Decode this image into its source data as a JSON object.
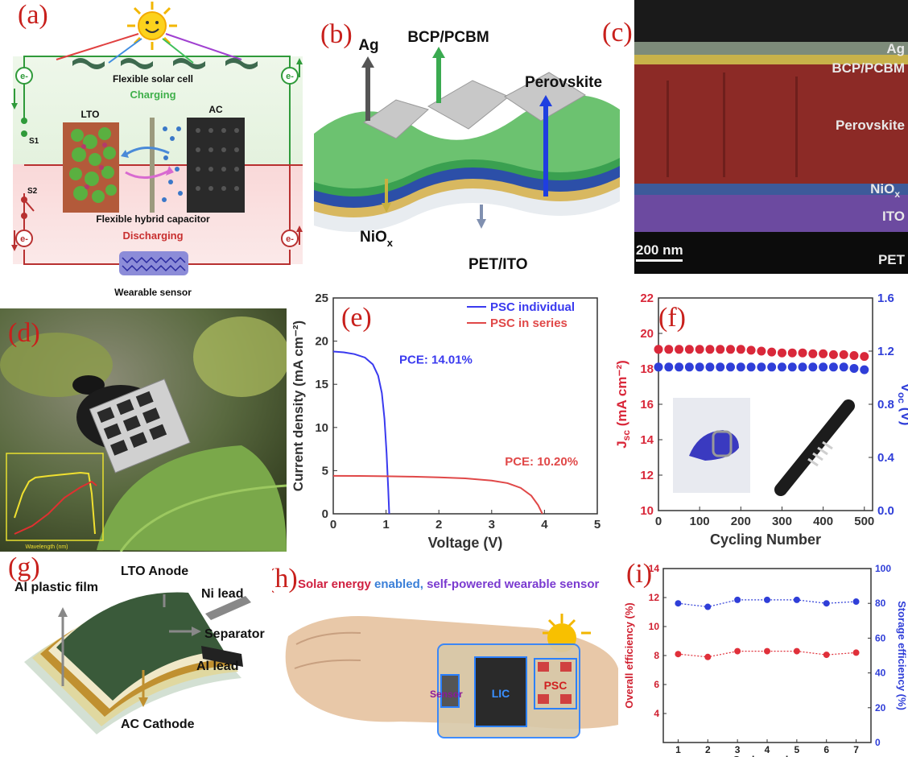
{
  "panel_labels": {
    "a": "(a)",
    "b": "(b)",
    "c": "(c)",
    "d": "(d)",
    "e": "(e)",
    "f": "(f)",
    "g": "(g)",
    "h": "(h)",
    "i": "(i)"
  },
  "panel_a": {
    "solar_cell": "Flexible solar cell",
    "charging": "Charging",
    "lto": "LTO",
    "ac": "AC",
    "s1": "S1",
    "s2": "S2",
    "capacitor": "Flexible hybrid capacitor",
    "discharging": "Discharging",
    "sensor": "Wearable sensor",
    "electron": "e-"
  },
  "panel_b": {
    "ag": "Ag",
    "bcp_pcbm": "BCP/PCBM",
    "perovskite": "Perovskite",
    "niox": "NiO",
    "niox_sub": "x",
    "pet_ito": "PET/ITO"
  },
  "panel_c": {
    "ag": "Ag",
    "bcp_pcbm": "BCP/PCBM",
    "perovskite": "Perovskite",
    "niox": "NiO",
    "niox_sub": "x",
    "ito": "ITO",
    "pet": "PET",
    "scale": "200 nm"
  },
  "panel_d": {
    "inset_xlabel": "Wavelength (nm)"
  },
  "panel_g": {
    "al_film": "Al plastic film",
    "lto_anode": "LTO Anode",
    "ni_lead": "Ni lead",
    "separator": "Separator",
    "al_lead": "Al lead",
    "ac_cathode": "AC Cathode"
  },
  "panel_h": {
    "title_a": "Solar energy ",
    "title_b": "enabled, ",
    "title_c": "self-powered wearable sensor",
    "sensor": "Sensor",
    "lic": "LIC",
    "psc": "PSC"
  },
  "chart_data": [
    {
      "id": "e",
      "type": "line",
      "xlabel": "Voltage (V)",
      "ylabel": "Current density (mA cm⁻²)",
      "xlim": [
        0,
        5
      ],
      "ylim": [
        0,
        25
      ],
      "xticks": [
        0,
        1,
        2,
        3,
        4,
        5
      ],
      "yticks": [
        0,
        5,
        10,
        15,
        20,
        25
      ],
      "series": [
        {
          "name": "PSC individual",
          "color": "#3a3aef",
          "x": [
            0,
            0.2,
            0.4,
            0.6,
            0.75,
            0.85,
            0.92,
            0.97,
            1.01,
            1.04,
            1.06
          ],
          "y": [
            18.8,
            18.7,
            18.5,
            18.1,
            17.3,
            16.0,
            14.0,
            11.0,
            7.0,
            3.0,
            0
          ]
        },
        {
          "name": "PSC in series",
          "color": "#e04848",
          "x": [
            0,
            0.5,
            1.0,
            1.5,
            2.0,
            2.5,
            3.0,
            3.3,
            3.55,
            3.75,
            3.88,
            3.96
          ],
          "y": [
            4.4,
            4.38,
            4.35,
            4.3,
            4.22,
            4.1,
            3.85,
            3.55,
            3.0,
            2.1,
            1.0,
            0
          ]
        }
      ],
      "annotations": [
        {
          "text": "PCE: 14.01%",
          "x": 1.25,
          "y": 17.4,
          "color": "#3a3aef"
        },
        {
          "text": "PCE: 10.20%",
          "x": 3.25,
          "y": 5.6,
          "color": "#e04848"
        }
      ]
    },
    {
      "id": "f",
      "type": "scatter",
      "xlabel": "Cycling Number",
      "ylabel_left_base": "J",
      "ylabel_left_sub": "sc",
      "ylabel_left_unit": " (mA cm⁻²)",
      "ylabel_right_base": "V",
      "ylabel_right_sub": "oc",
      "ylabel_right_unit": " (V)",
      "xlim": [
        0,
        520
      ],
      "ylim_left": [
        10,
        22
      ],
      "ylim_right": [
        0,
        1.6
      ],
      "xticks": [
        0,
        100,
        200,
        300,
        400,
        500
      ],
      "yticks_left": [
        10,
        12,
        14,
        16,
        18,
        20,
        22
      ],
      "yticks_right": [
        0.0,
        0.4,
        0.8,
        1.2,
        1.6
      ],
      "ytick_labels_right": [
        "0.0",
        "0.4",
        "0.8",
        "1.2",
        "1.6"
      ],
      "series": [
        {
          "name": "Jsc",
          "axis": "left",
          "color": "#d9283a",
          "x": [
            0,
            25,
            50,
            75,
            100,
            125,
            150,
            175,
            200,
            225,
            250,
            275,
            300,
            325,
            350,
            375,
            400,
            425,
            450,
            475,
            500
          ],
          "y": [
            19.1,
            19.1,
            19.1,
            19.1,
            19.1,
            19.1,
            19.1,
            19.1,
            19.1,
            19.05,
            19.0,
            18.95,
            18.9,
            18.9,
            18.9,
            18.85,
            18.85,
            18.8,
            18.8,
            18.75,
            18.7
          ]
        },
        {
          "name": "Voc",
          "axis": "right",
          "color": "#2f3ed8",
          "x": [
            0,
            25,
            50,
            75,
            100,
            125,
            150,
            175,
            200,
            225,
            250,
            275,
            300,
            325,
            350,
            375,
            400,
            425,
            450,
            475,
            500
          ],
          "y": [
            1.08,
            1.08,
            1.08,
            1.08,
            1.08,
            1.08,
            1.08,
            1.08,
            1.08,
            1.08,
            1.08,
            1.08,
            1.08,
            1.08,
            1.08,
            1.08,
            1.08,
            1.08,
            1.08,
            1.07,
            1.06
          ]
        }
      ]
    },
    {
      "id": "i",
      "type": "scatter",
      "xlabel": "Cycle number",
      "ylabel_left": "Overall efficiency (%)",
      "ylabel_right": "Storage efficiency (%)",
      "xlim": [
        0.5,
        7.5
      ],
      "ylim_left": [
        2,
        14
      ],
      "ylim_right": [
        0,
        100
      ],
      "xticks": [
        1,
        2,
        3,
        4,
        5,
        6,
        7
      ],
      "yticks_left": [
        4,
        6,
        8,
        10,
        12,
        14
      ],
      "yticks_right": [
        0,
        20,
        40,
        60,
        80,
        100
      ],
      "series": [
        {
          "name": "Overall efficiency",
          "axis": "left",
          "color": "#e0303a",
          "x": [
            1,
            2,
            3,
            4,
            5,
            6,
            7
          ],
          "y": [
            8.1,
            7.9,
            8.3,
            8.3,
            8.3,
            8.05,
            8.2
          ]
        },
        {
          "name": "Storage efficiency",
          "axis": "right",
          "color": "#2f3ed8",
          "x": [
            1,
            2,
            3,
            4,
            5,
            6,
            7
          ],
          "y": [
            80,
            78,
            82,
            82,
            82,
            80,
            81
          ]
        }
      ]
    }
  ]
}
